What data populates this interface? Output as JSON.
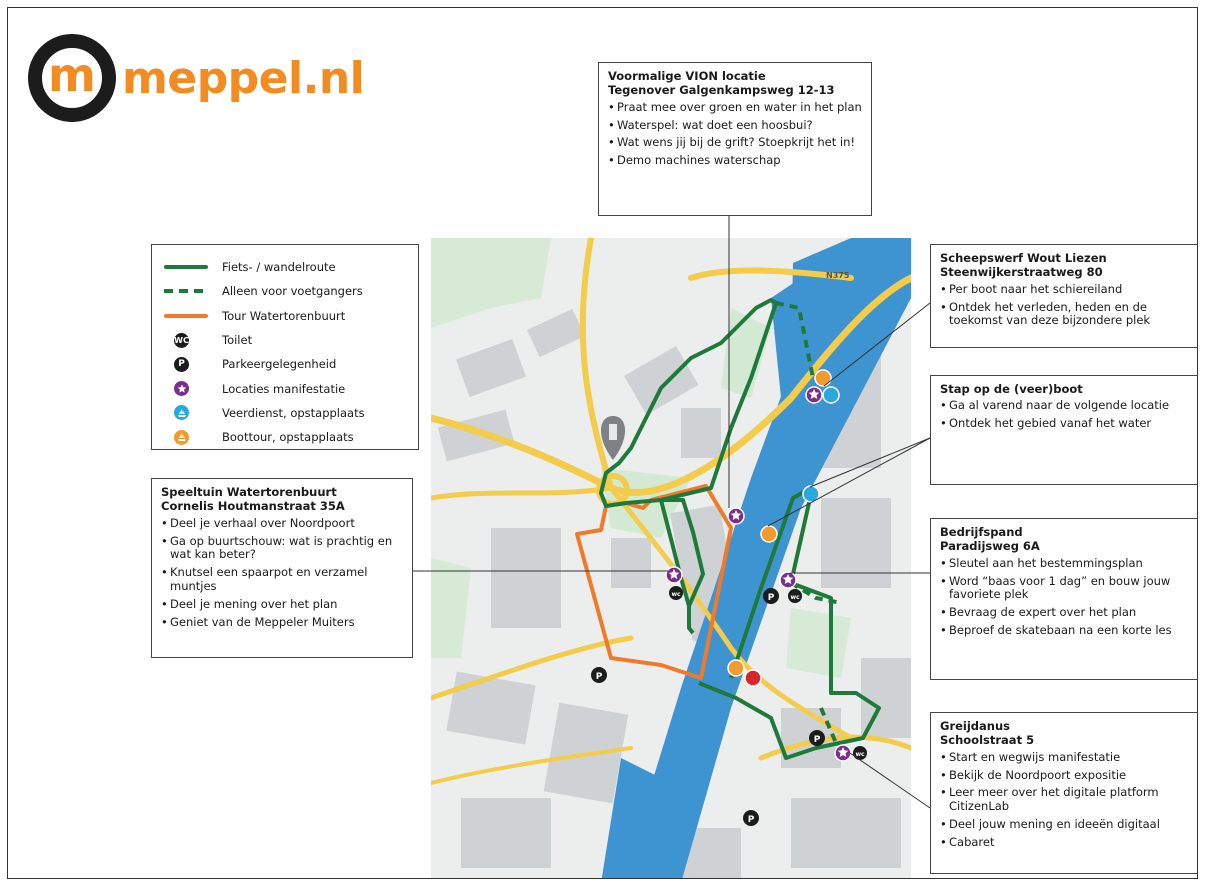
{
  "logo": {
    "mark": "m",
    "text": "meppel.nl"
  },
  "colors": {
    "green_route": "#1e7a3a",
    "orange_tour": "#f07a2a",
    "water": "#3e94d1",
    "purple": "#7b2d8e",
    "cyan": "#29a8e0",
    "orange_boat": "#f39a2e",
    "dark": "#1c1c1c"
  },
  "legend": {
    "items": [
      {
        "label": "Fiets- / wandelroute",
        "icon": "solid-green-line"
      },
      {
        "label": "Alleen voor voetgangers",
        "icon": "dashed-green-line"
      },
      {
        "label": "Tour Watertorenbuurt",
        "icon": "solid-orange-line"
      },
      {
        "label": "Toilet",
        "icon": "wc-icon",
        "glyph": "WC"
      },
      {
        "label": "Parkeergelegenheid",
        "icon": "parking-icon",
        "glyph": "P"
      },
      {
        "label": "Locaties manifestatie",
        "icon": "star-icon"
      },
      {
        "label": "Veerdienst, opstapplaats",
        "icon": "ferry-icon"
      },
      {
        "label": "Boottour, opstapplaats",
        "icon": "boat-tour-icon"
      }
    ]
  },
  "map": {
    "road_label": "N375"
  },
  "callouts": {
    "vion": {
      "title": "Voormalige VION locatie\nTegenover Galgenkampsweg 12-13",
      "bullets": [
        "Praat mee over groen en water in het plan",
        "Waterspel: wat doet een hoosbui?",
        "Wat wens jij bij de grift? Stoepkrijt het in!",
        "Demo machines waterschap"
      ]
    },
    "scheepswerf": {
      "title": "Scheepswerf Wout Liezen\nSteenwijkerstraatweg 80",
      "bullets": [
        "Per boot naar het schiereiland",
        "Ontdek het verleden, heden en de toekomst van deze bijzondere plek"
      ]
    },
    "veerboot": {
      "title": "Stap op de (veer)boot",
      "bullets": [
        "Ga al varend naar de volgende locatie",
        "Ontdek het gebied vanaf het water"
      ]
    },
    "speeltuin": {
      "title": "Speeltuin Watertorenbuurt\nCornelis Houtmanstraat 35A",
      "bullets": [
        "Deel je verhaal over Noordpoort",
        "Ga op buurtschouw: wat is prachtig en wat kan beter?",
        "Knutsel een spaarpot en verzamel muntjes",
        "Deel je mening over het plan",
        "Geniet van de Meppeler Muiters"
      ]
    },
    "bedrijfspand": {
      "title": "Bedrijfspand\nParadijsweg 6A",
      "bullets": [
        "Sleutel aan het bestemmingsplan",
        "Word “baas voor 1 dag” en bouw jouw favoriete plek",
        "Bevraag de expert over het plan",
        "Beproef de skatebaan na een korte les"
      ]
    },
    "greijdanus": {
      "title": "Greijdanus\nSchoolstraat 5",
      "bullets": [
        "Start en wegwijs manifestatie",
        "Bekijk de Noordpoort expositie",
        "Leer meer over het digitale platform CitizenLab",
        "Deel jouw mening en ideeën digitaal",
        "Cabaret"
      ]
    }
  }
}
